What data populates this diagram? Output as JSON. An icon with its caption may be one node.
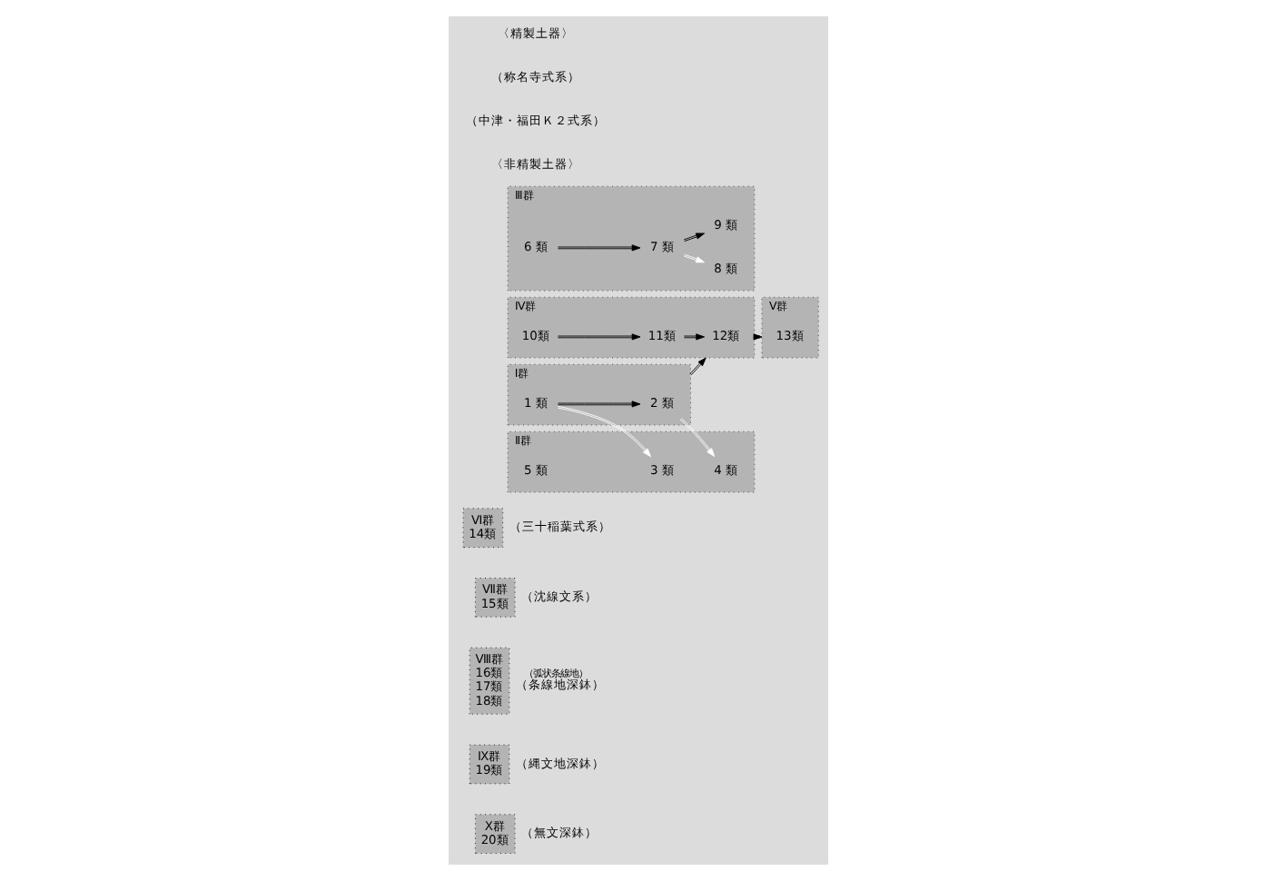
{
  "diagram": {
    "nodes": [
      {
        "text": [
          "Ⅲ群"
        ]
      },
      {
        "text": [
          "8 類"
        ],
        "in": 0
      },
      {
        "text": [
          "6 類"
        ],
        "in": 0
      },
      {
        "text": [
          "7 類"
        ],
        "in": 0
      },
      {
        "text": [
          "9 類"
        ],
        "in": 0
      },
      {
        "text": [
          "Ⅰ群"
        ]
      },
      {
        "text": [
          "1 類"
        ],
        "in": 5
      },
      {
        "text": [
          "2 類"
        ],
        "in": 5
      },
      {
        "text": [
          "Ⅳ群"
        ]
      },
      {
        "text": [
          "10類"
        ],
        "in": 8
      },
      {
        "text": [
          "11類"
        ],
        "in": 8
      },
      {
        "text": [
          "12類"
        ],
        "in": 8
      },
      {
        "text": [
          "Ⅴ群"
        ]
      },
      {
        "text": [
          "13類"
        ],
        "in": 12
      },
      {
        "text": [
          "Ⅱ群"
        ]
      },
      {
        "text": [
          "3 類"
        ],
        "in": 14
      },
      {
        "text": [
          "4 類"
        ],
        "in": 14
      },
      {
        "text": [
          "5 類"
        ],
        "in": 14
      },
      {
        "text": [
          "Ⅵ群",
          "14類"
        ],
        "beside": [
          "（三十稲葉式系）"
        ]
      },
      {
        "text": [
          "Ⅶ群",
          "15類"
        ],
        "beside": [
          "（沈線文系）"
        ]
      },
      {
        "text": [
          "Ⅷ群",
          "16類",
          "17類",
          "18類"
        ],
        "beside": [
          "（弧状条線地）",
          "（条線地深鉢）"
        ]
      },
      {
        "text": [
          "Ⅸ群",
          "19類"
        ],
        "beside": [
          "（縄文地深鉢）"
        ]
      },
      {
        "text": [
          "Ⅹ群",
          "20類"
        ],
        "beside": [
          "（無文深鉢）"
        ]
      }
    ],
    "edges": [
      {
        "from": 2,
        "to": 3,
        "arrow": "to"
      },
      {
        "from": 3,
        "to": 1,
        "arrow": "to",
        "color": "#ffffff"
      },
      {
        "from": 3,
        "to": 4,
        "arrow": "to"
      },
      {
        "from": 6,
        "to": 7,
        "arrow": "to"
      },
      {
        "from": 6,
        "to": 15,
        "arrow": "to",
        "color": "#ffffff"
      },
      {
        "from": 7,
        "to": 16,
        "arrow": "to",
        "color": "#ffffff"
      },
      {
        "from": 5,
        "to": 8,
        "arrow": "to"
      },
      {
        "from": 9,
        "to": 10,
        "arrow": "to"
      },
      {
        "from": 10,
        "to": 11,
        "arrow": "to"
      },
      {
        "from": 8,
        "to": 12,
        "arrow": "to"
      }
    ],
    "labels": [
      "〈精製土器〉",
      "（称名寺式系）",
      "（中津・福田Ｋ２式系）",
      "〈非精製土器〉"
    ]
  }
}
